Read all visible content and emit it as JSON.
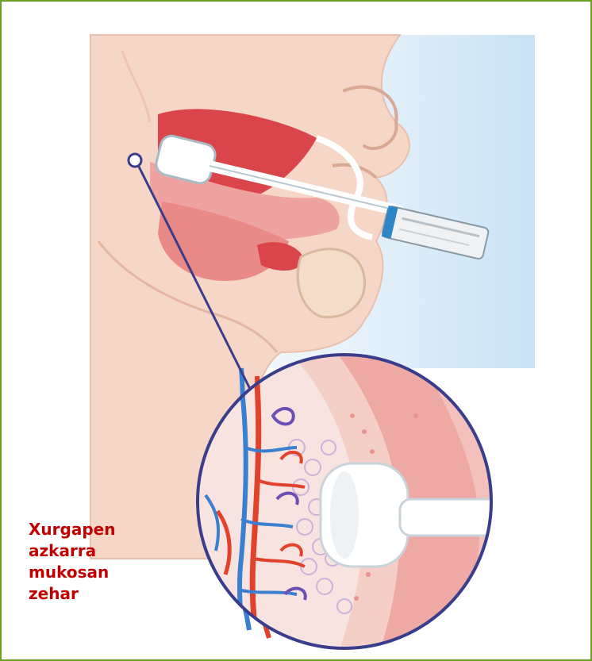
{
  "caption": {
    "lines": [
      "Xurgapen",
      "azkarra",
      "mukosan",
      "zehar"
    ]
  },
  "colors": {
    "border": "#6aa121",
    "caption_text": "#c00000",
    "skin": "#f6d6c6",
    "mouth": "#d9454a",
    "tongue": "#ea8a86",
    "vein_blue": "#3a7fd0",
    "artery_red": "#e2422b",
    "pointer_line": "#3a3d8c"
  },
  "icons": [
    "lollipop-applicator",
    "magnifier-circle"
  ]
}
